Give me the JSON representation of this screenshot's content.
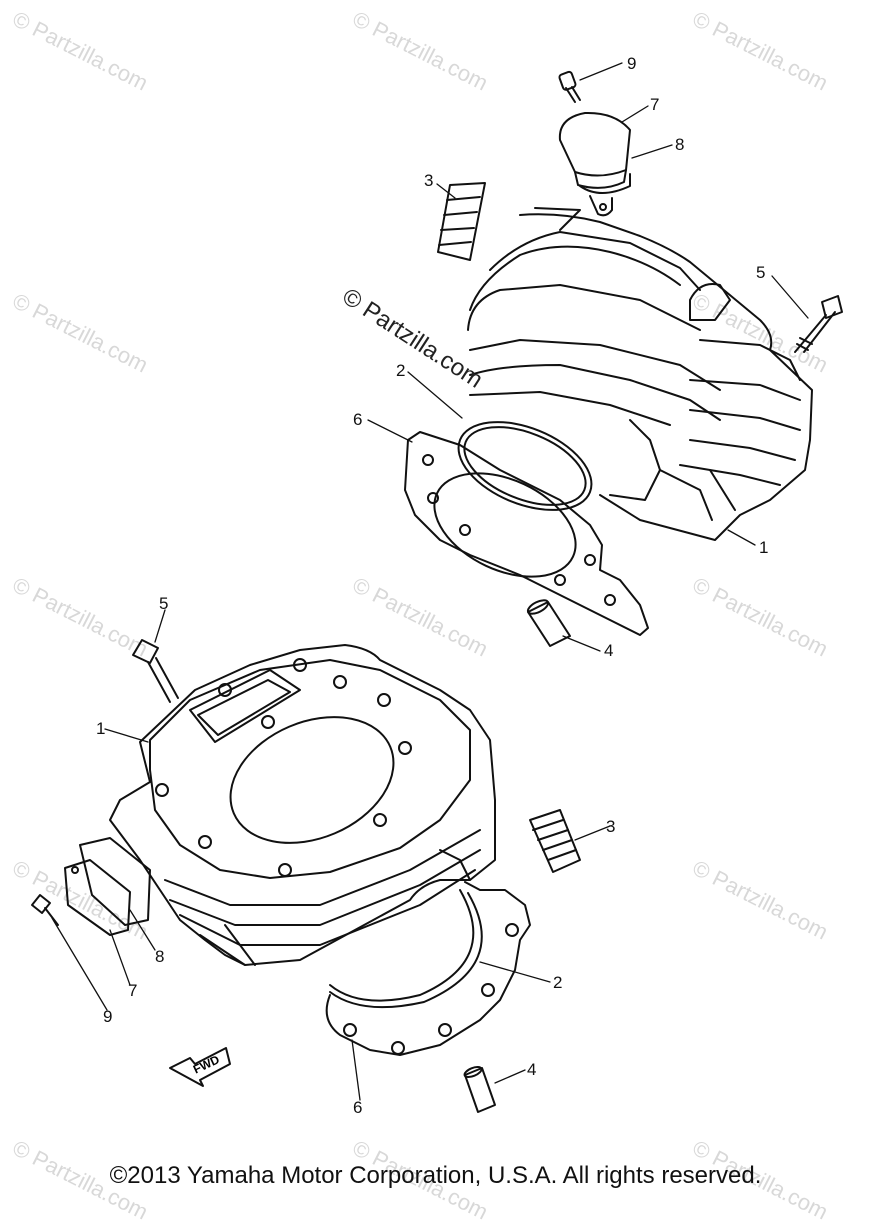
{
  "watermark": "© Partzilla.com",
  "center_watermark": "© Partzilla.com",
  "copyright": "©2013 Yamaha Motor Corporation, U.S.A. All rights reserved.",
  "fwd_label": "FWD",
  "callouts": {
    "top_9": "9",
    "top_7": "7",
    "top_8": "8",
    "top_3": "3",
    "top_5": "5",
    "top_2": "2",
    "top_6": "6",
    "top_1": "1",
    "top_4": "4",
    "bot_5": "5",
    "bot_1": "1",
    "bot_3": "3",
    "bot_8": "8",
    "bot_7": "7",
    "bot_9": "9",
    "bot_2": "2",
    "bot_6": "6",
    "bot_4": "4"
  }
}
